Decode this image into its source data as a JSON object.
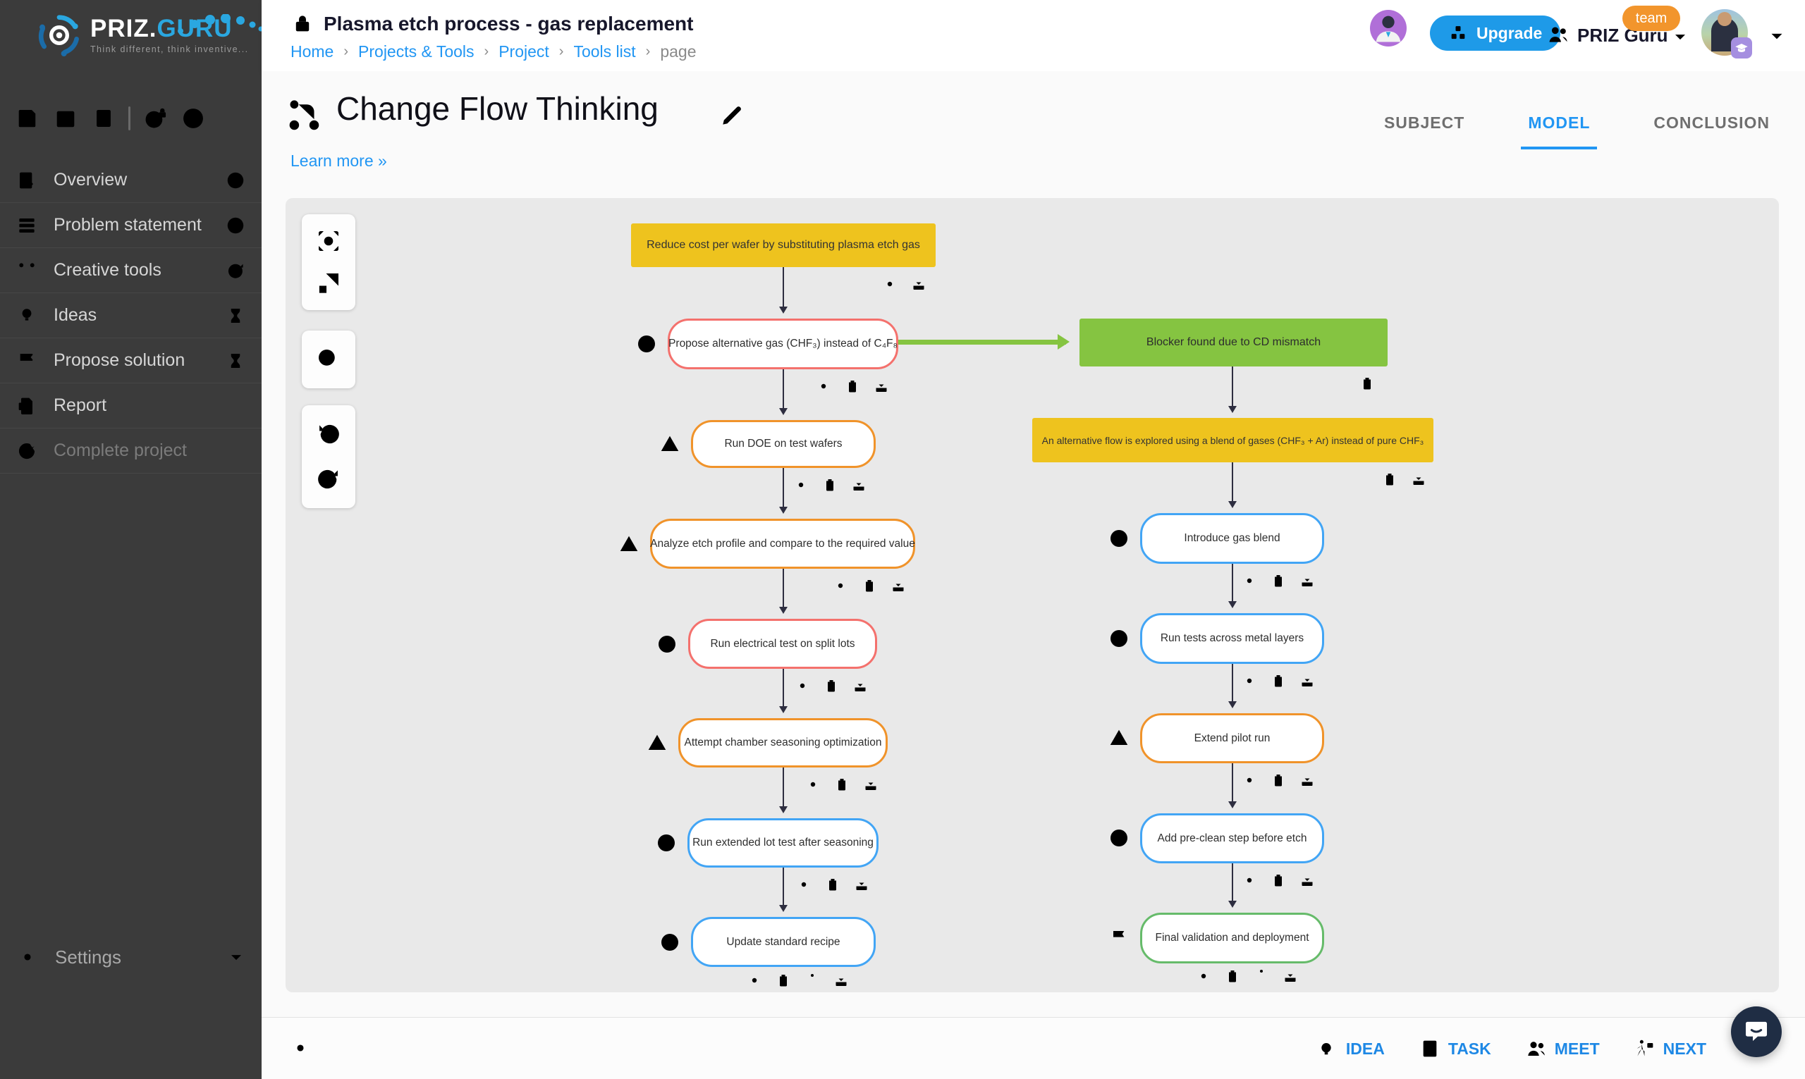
{
  "app": {
    "logo_primary": "PRIZ.",
    "logo_secondary": "GURU",
    "tagline": "Think different, think inventive..."
  },
  "header": {
    "project_title": "Plasma etch process - gas replacement",
    "breadcrumbs": [
      "Home",
      "Projects & Tools",
      "Project",
      "Tools list",
      "page"
    ],
    "upgrade_label": "Upgrade",
    "team_name": "PRIZ Guru",
    "team_badge": "team"
  },
  "sidebar": {
    "quick_icons": [
      "save",
      "calendar",
      "tasks",
      "public-globe",
      "add"
    ],
    "items": [
      {
        "label": "Overview",
        "icon": "overview-doc",
        "status": "done"
      },
      {
        "label": "Problem statement",
        "icon": "stack",
        "status": "done"
      },
      {
        "label": "Creative tools",
        "icon": "tools",
        "status": "in-progress"
      },
      {
        "label": "Ideas",
        "icon": "lightbulb",
        "status": "pending"
      },
      {
        "label": "Propose solution",
        "icon": "flag",
        "status": "pending"
      },
      {
        "label": "Report",
        "icon": "pdf",
        "status": "none"
      },
      {
        "label": "Complete project",
        "icon": "check",
        "status": "disabled"
      }
    ],
    "settings_label": "Settings"
  },
  "tool": {
    "title": "Change Flow Thinking",
    "learn_more": "Learn more »",
    "tabs": [
      {
        "label": "SUBJECT",
        "active": false
      },
      {
        "label": "MODEL",
        "active": true
      },
      {
        "label": "CONCLUSION",
        "active": false
      }
    ]
  },
  "flowchart": {
    "nodes": [
      {
        "text": "Reduce cost per wafer by substituting plasma etch gas",
        "kind": "goal",
        "status": "none",
        "tools": [
          "gear",
          "download"
        ]
      },
      {
        "text": "Propose alternative gas (CHF₃) instead of C₄F₈",
        "kind": "step-red",
        "status": "error",
        "tools": [
          "gear",
          "trash",
          "download"
        ]
      },
      {
        "text": "Blocker found due to CD mismatch",
        "kind": "blocker",
        "status": "none",
        "tools": [
          "trash"
        ]
      },
      {
        "text": "Run DOE on test wafers",
        "kind": "step-orange",
        "status": "warning",
        "tools": [
          "move",
          "gear",
          "trash",
          "download"
        ]
      },
      {
        "text": "Analyze etch profile and compare to the required value",
        "kind": "step-orange",
        "status": "warning",
        "tools": [
          "move",
          "gear",
          "trash",
          "download"
        ]
      },
      {
        "text": "Run electrical test on split lots",
        "kind": "step-red",
        "status": "error",
        "tools": [
          "move",
          "gear",
          "trash",
          "download"
        ]
      },
      {
        "text": "Attempt chamber seasoning optimization",
        "kind": "step-orange",
        "status": "warning",
        "tools": [
          "move",
          "gear",
          "trash",
          "download"
        ]
      },
      {
        "text": "Run extended lot test after seasoning",
        "kind": "step-blue",
        "status": "check",
        "tools": [
          "move",
          "gear",
          "trash",
          "download"
        ]
      },
      {
        "text": "Update standard recipe",
        "kind": "step-blue",
        "status": "check",
        "tools": [
          "move",
          "gear",
          "trash",
          "branch",
          "download"
        ]
      },
      {
        "text": "An alternative flow is explored using a blend of gases (CHF₃ + Ar) instead of pure CHF₃",
        "kind": "goal",
        "status": "none",
        "tools": [
          "trash",
          "download"
        ]
      },
      {
        "text": "Introduce gas blend",
        "kind": "step-blue",
        "status": "check",
        "tools": [
          "move",
          "gear",
          "trash",
          "download"
        ]
      },
      {
        "text": "Run tests across metal layers",
        "kind": "step-blue",
        "status": "check",
        "tools": [
          "move",
          "gear",
          "trash",
          "download"
        ]
      },
      {
        "text": "Extend pilot run",
        "kind": "step-orange",
        "status": "warning",
        "tools": [
          "move",
          "gear",
          "trash",
          "download"
        ]
      },
      {
        "text": "Add pre-clean step before etch",
        "kind": "step-blue",
        "status": "check",
        "tools": [
          "move",
          "gear",
          "trash",
          "download"
        ]
      },
      {
        "text": "Final validation and deployment",
        "kind": "step-green",
        "status": "flag",
        "tools": [
          "move",
          "gear",
          "trash",
          "branch",
          "download"
        ]
      }
    ]
  },
  "footer": {
    "actions": [
      {
        "label": "IDEA",
        "icon": "lightbulb-spark"
      },
      {
        "label": "TASK",
        "icon": "task-check"
      },
      {
        "label": "MEET",
        "icon": "people"
      },
      {
        "label": "NEXT",
        "icon": "next-step"
      }
    ]
  },
  "colors": {
    "accent_blue": "#2196f3",
    "goal_yellow": "#eec31e",
    "blocker_green": "#85c441",
    "warning_orange": "#f0932a",
    "error_red": "#f4716d",
    "step_blue": "#42a5f5",
    "final_green": "#66bb6a",
    "sidebar_bg": "#3b3b3b"
  }
}
